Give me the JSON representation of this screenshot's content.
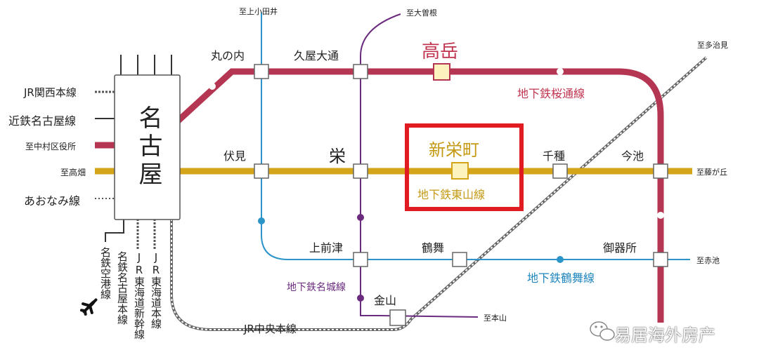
{
  "colors": {
    "sakuradori": "#b53652",
    "higashiyama": "#d4a419",
    "tsurumai": "#2b95c9",
    "meijo": "#6b2b7e",
    "jr": "#666666",
    "highlight": "#e01b22",
    "label_red": "#c0344f",
    "label_gold": "#c49a14",
    "label_blue": "#1f86bd",
    "label_purple": "#6b2b7e"
  },
  "hub": {
    "name": "名古屋"
  },
  "left_lines": {
    "jr_kansai": "JR関西本線",
    "kintetsu": "近鉄名古屋線",
    "to_nakamura": "至中村区役所",
    "to_takabata": "至高畑",
    "aonami": "あおなみ線"
  },
  "bottom_lines": {
    "meitetsu_airport": "名鉄空港線",
    "meitetsu_nagoya": "名鉄名古屋本線",
    "jr_shinkansen": "JR東海道新幹線",
    "jr_tokaido": "JR東海道本線"
  },
  "airplane_icon": "airplane-icon",
  "stations": {
    "marunouchi": "丸の内",
    "hisaya": "久屋大通",
    "takaoka": "高岳",
    "fushimi": "伏見",
    "sakae": "栄",
    "shinsakaemachi": "新栄町",
    "chikusa": "千種",
    "imaike": "今池",
    "kamimaezu": "上前津",
    "tsurumai": "鶴舞",
    "gokiso": "御器所",
    "kanayama": "金山"
  },
  "destinations": {
    "to_kamiotai": "至上小田井",
    "to_ozone": "至大曽根",
    "to_tajimi": "至多治見",
    "to_fujigaoka": "至藤が丘",
    "to_akaike": "至赤池",
    "to_motoyama": "至本山"
  },
  "line_names": {
    "sakuradori": "地下鉄桜通線",
    "higashiyama": "地下鉄東山線",
    "tsurumai": "地下鉄鶴舞線",
    "meijo": "地下鉄名城線",
    "jr_chuo": "JR中央本線"
  },
  "watermark": {
    "icon": "wechat-icon",
    "text": "易居海外房产"
  }
}
